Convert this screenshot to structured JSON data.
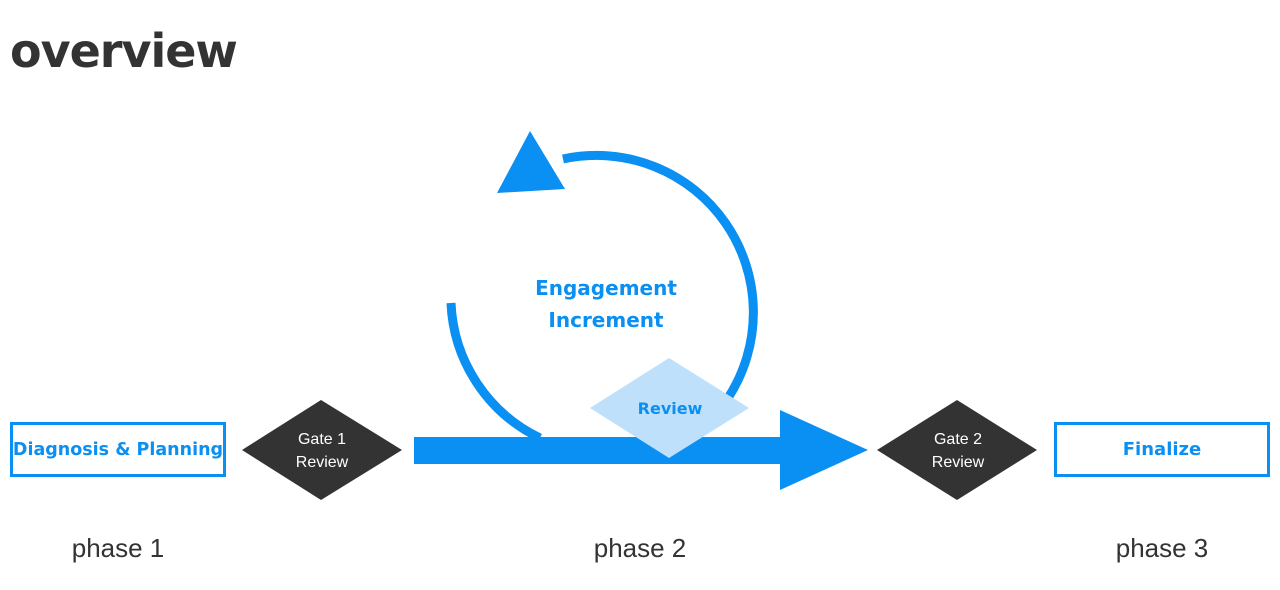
{
  "title": "overview",
  "phase1": {
    "box_label": "Diagnosis & Planning",
    "label": "phase 1"
  },
  "gate1": {
    "line1": "Gate 1",
    "line2": "Review"
  },
  "phase2": {
    "loop_line1": "Engagement",
    "loop_line2": "Increment",
    "review": "Review",
    "label": "phase 2"
  },
  "gate2": {
    "line1": "Gate 2",
    "line2": "Review"
  },
  "phase3": {
    "box_label": "Finalize",
    "label": "phase 3"
  },
  "colors": {
    "accent": "#0a8ff2",
    "dark": "#333333",
    "light_review": "#bfe0fb"
  }
}
